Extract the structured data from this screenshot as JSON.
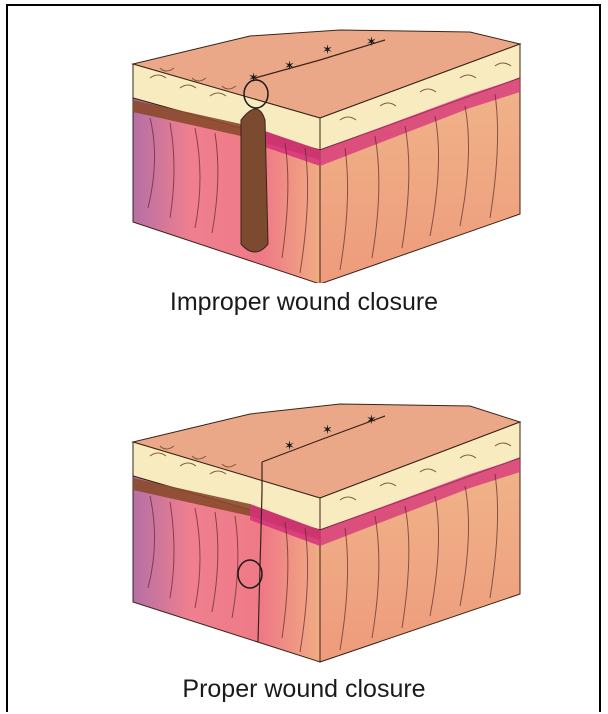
{
  "figures": [
    {
      "caption": "Improper wound closure",
      "closure": "improper"
    },
    {
      "caption": "Proper wound closure",
      "closure": "proper"
    }
  ],
  "colors": {
    "skin_top": "#eba888",
    "epidermis": "#f8ebc0",
    "dermis_left": "#b56fa6",
    "dermis_mid": "#ef7f8f",
    "dermis_right": "#f0ad83",
    "dark_band": "#8a4a2c",
    "magenta_band": "#d6307a",
    "dead_space": "#7c4a2f",
    "outline": "#3a2418"
  }
}
